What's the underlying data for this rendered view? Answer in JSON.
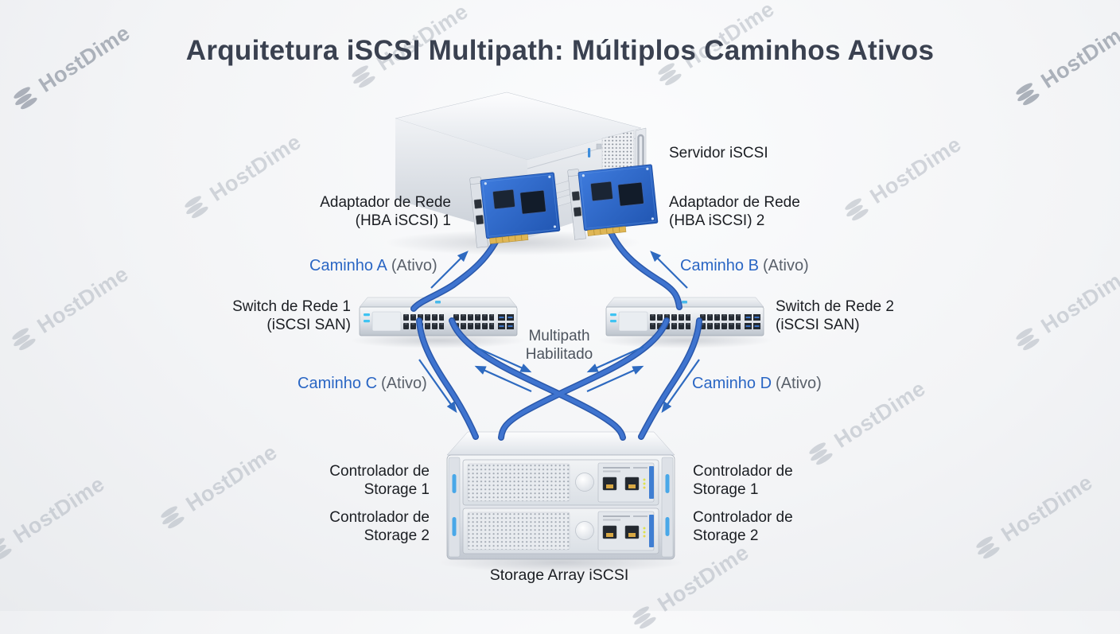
{
  "title": "Arquitetura iSCSI Multipath: Múltiplos Caminhos Ativos",
  "watermark": {
    "text": "HostDime"
  },
  "server": {
    "label": "Servidor iSCSI"
  },
  "adapters": {
    "a1": {
      "line1": "Adaptador de Rede",
      "line2": "(HBA iSCSI) 1"
    },
    "a2": {
      "line1": "Adaptador de Rede",
      "line2": "(HBA iSCSI) 2"
    }
  },
  "switches": {
    "s1": {
      "line1": "Switch de Rede 1",
      "line2": "(iSCSI SAN)"
    },
    "s2": {
      "line1": "Switch de Rede 2",
      "line2": "(iSCSI SAN)"
    }
  },
  "paths": {
    "a": {
      "name": "Caminho A",
      "status": "(Ativo)"
    },
    "b": {
      "name": "Caminho B",
      "status": "(Ativo)"
    },
    "c": {
      "name": "Caminho C",
      "status": "(Ativo)"
    },
    "d": {
      "name": "Caminho D",
      "status": "(Ativo)"
    }
  },
  "multipath": {
    "line1": "Multipath",
    "line2": "Habilitado"
  },
  "storage": {
    "label": "Storage Array iSCSI",
    "controllers": {
      "c1": {
        "line1": "Controlador de",
        "line2": "Storage 1"
      },
      "c2": {
        "line1": "Controlador de",
        "line2": "Storage 2"
      }
    }
  },
  "colors": {
    "title": "#3a4150",
    "text_dark": "#1b1e23",
    "muted_gray": "#5a616b",
    "path_label_blue": "#2a66c4",
    "cable_blue": "#3a6dc6",
    "cable_edge_blue": "#2a58ab",
    "arrow_blue": "#2e6ac0",
    "pcb_blue": "#2d67cf",
    "led_cyan": "#3fc3f2",
    "handle_blue": "#49a8e8",
    "background": "#f1f2f5",
    "watermark_gray": "#a9b0ba"
  }
}
